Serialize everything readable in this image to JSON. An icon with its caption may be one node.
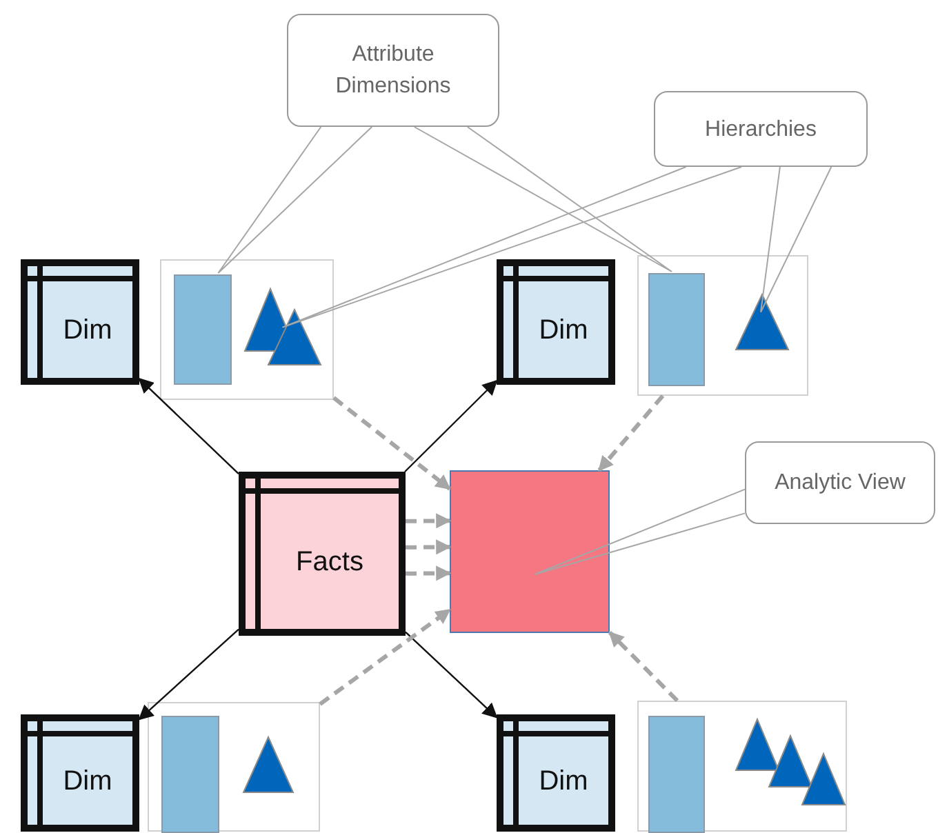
{
  "diagram": {
    "nodes": [
      {
        "text": [
          "Facts"
        ]
      },
      {
        "text": [
          "Dim"
        ]
      },
      {
        "text": [
          "Dim"
        ]
      },
      {
        "text": [
          "Dim"
        ]
      },
      {
        "text": [
          "Dim"
        ]
      },
      {
        "text": [],
        "shape": "box"
      },
      {
        "text": [],
        "shape": "box"
      },
      {
        "text": [],
        "shape": "box"
      },
      {
        "text": [],
        "shape": "box"
      },
      {
        "text": [],
        "shape": "box"
      },
      {
        "text": [
          "Attribute Dimensions"
        ]
      },
      {
        "text": [
          "Hierarchies"
        ]
      },
      {
        "text": [
          "Analytic View"
        ]
      },
      {
        "text": [],
        "shape": "box",
        "in": 6
      },
      {
        "text": [],
        "shape": "triangle",
        "in": 6
      },
      {
        "text": [],
        "shape": "triangle",
        "in": 6
      },
      {
        "text": [],
        "shape": "box",
        "in": 7
      },
      {
        "text": [],
        "shape": "triangle",
        "in": 7
      },
      {
        "text": [],
        "shape": "box",
        "in": 8
      },
      {
        "text": [],
        "shape": "triangle",
        "in": 8
      },
      {
        "text": [],
        "shape": "box",
        "in": 9
      },
      {
        "text": [],
        "shape": "triangle",
        "in": 9
      },
      {
        "text": [],
        "shape": "triangle",
        "in": 9
      },
      {
        "text": [],
        "shape": "triangle",
        "in": 9
      }
    ],
    "edges": [
      {
        "from": 0,
        "to": 1,
        "arrow": "to",
        "color": "#111111"
      },
      {
        "from": 0,
        "to": 2,
        "arrow": "to",
        "color": "#111111"
      },
      {
        "from": 0,
        "to": 3,
        "arrow": "to",
        "color": "#111111"
      },
      {
        "from": 0,
        "to": 4,
        "arrow": "to",
        "color": "#111111"
      },
      {
        "from": 6,
        "to": 5,
        "arrow": "to",
        "style": "dashed"
      },
      {
        "from": 7,
        "to": 5,
        "arrow": "to",
        "style": "dashed"
      },
      {
        "from": 0,
        "to": 5,
        "arrow": "to",
        "style": "dashed"
      },
      {
        "from": 0,
        "to": 5,
        "arrow": "to",
        "style": "dashed"
      },
      {
        "from": 0,
        "to": 5,
        "arrow": "to",
        "style": "dashed"
      },
      {
        "from": 8,
        "to": 5,
        "arrow": "to",
        "style": "dashed"
      },
      {
        "from": 9,
        "to": 5,
        "arrow": "to",
        "style": "dashed"
      },
      {
        "from": 10,
        "to": 13,
        "arrow": "none"
      },
      {
        "from": 10,
        "to": 16,
        "arrow": "none"
      },
      {
        "from": 11,
        "to": 15,
        "arrow": "none"
      },
      {
        "from": 11,
        "to": 17,
        "arrow": "none"
      },
      {
        "from": 12,
        "to": 5,
        "arrow": "none"
      }
    ]
  }
}
